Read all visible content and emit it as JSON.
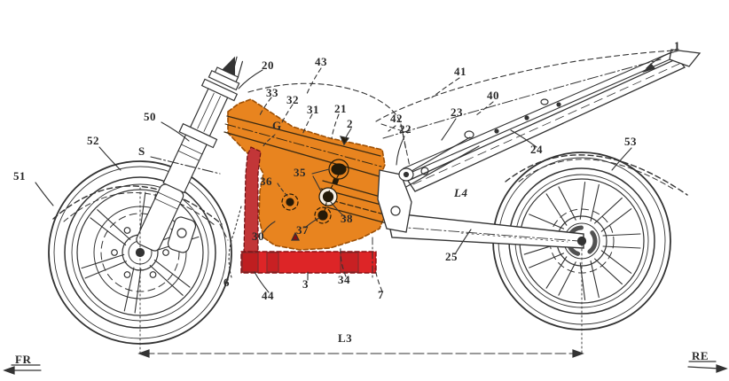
{
  "figure": {
    "orientation": {
      "front_label": "FR",
      "rear_label": "RE"
    },
    "dimensions": {
      "wheelbase_label": "L3",
      "swingarm_label": "L4"
    },
    "colors": {
      "highlight_orange": "#E8841F",
      "highlight_red_bar": "#DD2527",
      "highlight_crimson_strip": "#C23638",
      "line": "#333333",
      "background": "#FFFFFF"
    },
    "labels": {
      "n1": "1",
      "n2": "2",
      "n3": "3",
      "n6": "6",
      "n7": "7",
      "n20": "20",
      "n21": "21",
      "n22": "22",
      "n23": "23",
      "n24": "24",
      "n25": "25",
      "n30": "30",
      "n31": "31",
      "n32": "32",
      "n33": "33",
      "n34": "34",
      "n35": "35",
      "n36": "36",
      "n37": "37",
      "n38": "38",
      "n40": "40",
      "n41": "41",
      "n42": "42",
      "n43": "43",
      "n44": "44",
      "n50": "50",
      "n51": "51",
      "n52": "52",
      "n53": "53",
      "G": "G",
      "S": "S",
      "L3": "L3",
      "L4": "L4",
      "FR": "FR",
      "RE": "RE"
    }
  }
}
